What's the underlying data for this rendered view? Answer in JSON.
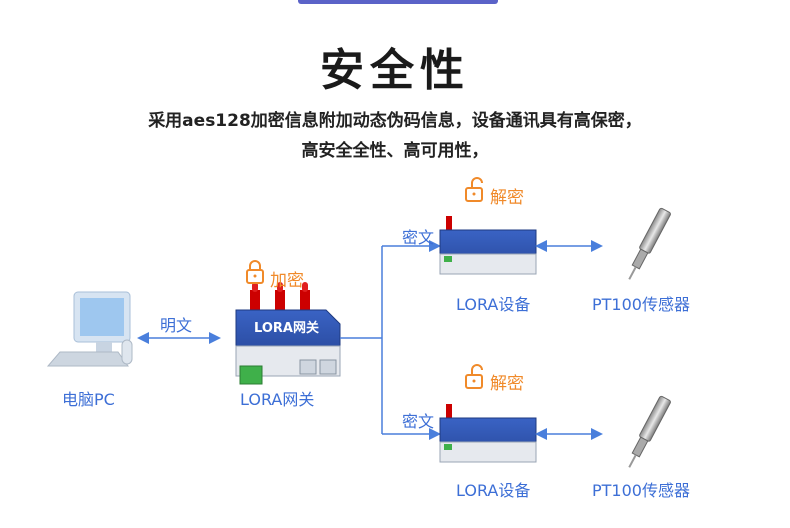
{
  "header": {
    "title": "安全性",
    "subtitle_line1": "采用aes128加密信息附加动态伪码信息，设备通讯具有高保密，",
    "subtitle_line2": "高安全全性、高可用性，"
  },
  "diagram": {
    "pc_label": "电脑PC",
    "plain_label": "明文",
    "gateway_label": "LORA网关",
    "gateway_device_text": "LORA网关",
    "encrypt_label": "加密",
    "cipher_label_top": "密文",
    "cipher_label_bottom": "密文",
    "decrypt_label_top": "解密",
    "decrypt_label_bottom": "解密",
    "device_label_top": "LORA设备",
    "device_label_bottom": "LORA设备",
    "sensor_label_top": "PT100传感器",
    "sensor_label_bottom": "PT100传感器"
  },
  "colors": {
    "accent_blue": "#3d6fd6",
    "lock_orange": "#f08a2a",
    "device_blue": "#2e57b8",
    "line_blue": "#4a7fdc"
  },
  "icons": [
    "computer-icon",
    "gateway-device-icon",
    "lock-open-icon",
    "lock-closed-icon",
    "lora-device-icon",
    "pt100-sensor-icon"
  ]
}
